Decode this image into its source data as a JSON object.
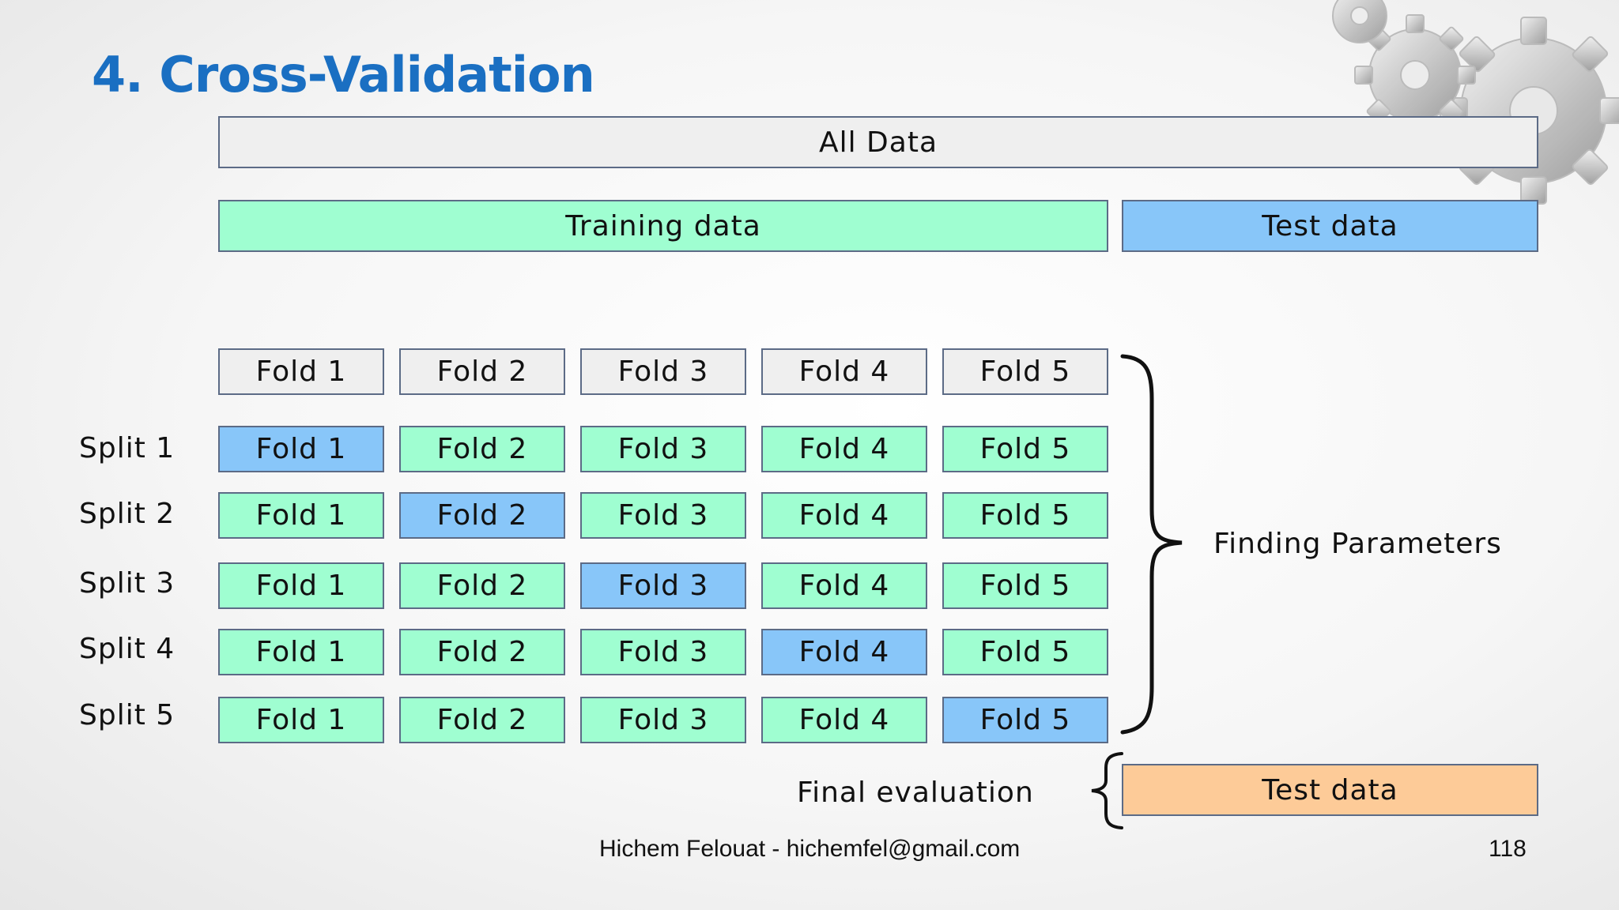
{
  "title": "4. Cross-Validation",
  "all_data": "All Data",
  "training_data": "Training data",
  "test_data": "Test data",
  "header_folds": [
    "Fold 1",
    "Fold 2",
    "Fold 3",
    "Fold 4",
    "Fold 5"
  ],
  "splits": [
    {
      "label": "Split 1",
      "folds": [
        "Fold 1",
        "Fold 2",
        "Fold 3",
        "Fold 4",
        "Fold 5"
      ],
      "test_fold": 1
    },
    {
      "label": "Split 2",
      "folds": [
        "Fold 1",
        "Fold 2",
        "Fold 3",
        "Fold 4",
        "Fold 5"
      ],
      "test_fold": 2
    },
    {
      "label": "Split 3",
      "folds": [
        "Fold 1",
        "Fold 2",
        "Fold 3",
        "Fold 4",
        "Fold 5"
      ],
      "test_fold": 3
    },
    {
      "label": "Split 4",
      "folds": [
        "Fold 1",
        "Fold 2",
        "Fold 3",
        "Fold 4",
        "Fold 5"
      ],
      "test_fold": 4
    },
    {
      "label": "Split 5",
      "folds": [
        "Fold 1",
        "Fold 2",
        "Fold 3",
        "Fold 4",
        "Fold 5"
      ],
      "test_fold": 5
    }
  ],
  "finding_parameters": "Finding Parameters",
  "final_evaluation": "Final evaluation",
  "final_test_data": "Test data",
  "footer": {
    "author": "Hichem Felouat - hichemfel@gmail.com",
    "page_number": "118"
  },
  "colors": {
    "title": "#1a6fc2",
    "training": "#9ffed1",
    "test": "#88c6f9",
    "final_test": "#fdcb98",
    "neutral": "#efefef"
  },
  "decoration": "gears-icon"
}
